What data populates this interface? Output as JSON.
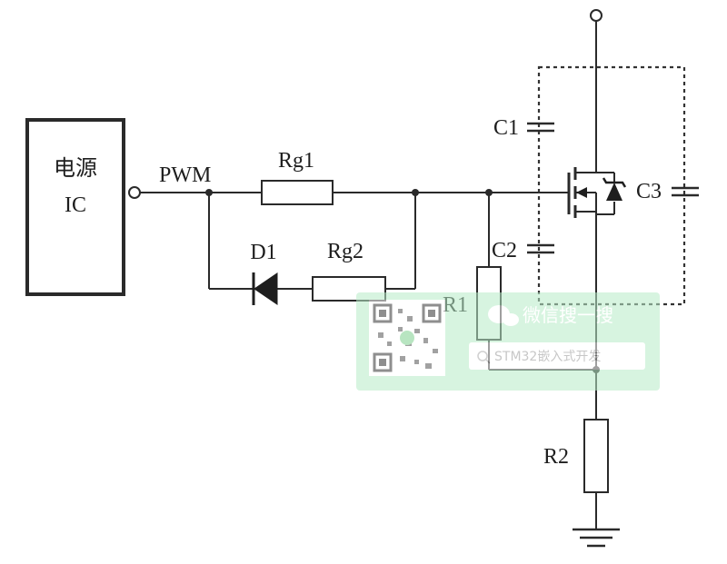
{
  "labels": {
    "ic_line1": "电源",
    "ic_line2": "IC",
    "pwm": "PWM",
    "rg1": "Rg1",
    "rg2": "Rg2",
    "d1": "D1",
    "r1": "R1",
    "r2": "R2",
    "c1": "C1",
    "c2": "C2",
    "c3": "C3"
  },
  "watermark": {
    "title": "微信搜一搜",
    "subtitle": "STM32嵌入式开发"
  }
}
